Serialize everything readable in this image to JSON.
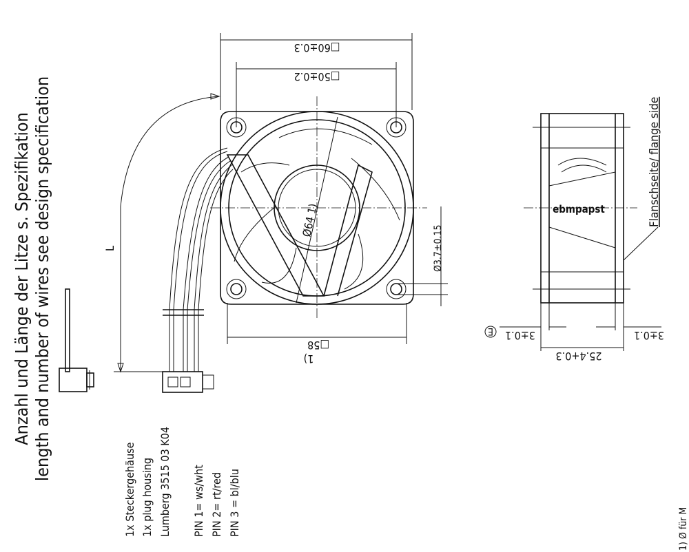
{
  "notes": {
    "wires_de": "Anzahl und Länge der Litze s. Spezifikation",
    "wires_en": "length and number of wires see design specification",
    "housing_de": "1x Steckergehäuse",
    "housing_en": "1x plug housing",
    "housing_part": "Lumberg 3515 03 K04",
    "pin1": "PIN 1= ws/wht",
    "pin2": "PIN 2= rt/red",
    "pin3": "PIN 3 = bl/blu",
    "footnote": "1) Ø für M"
  },
  "dimensions": {
    "outer": "□60±0.3",
    "hole_pitch": "□50±0.2",
    "body": "□58",
    "body_note": "1)",
    "diameter": "Ø64 1)",
    "hole": "Ø3.7±0.15",
    "length": "L",
    "depth": "25.4+0.3",
    "flange_left": "3±0.1",
    "flange_right": "3±0.1",
    "e_mark": "E"
  },
  "side_view": {
    "brand": "ebmpapst",
    "flange_label": "Flanschseite/ flange side"
  }
}
